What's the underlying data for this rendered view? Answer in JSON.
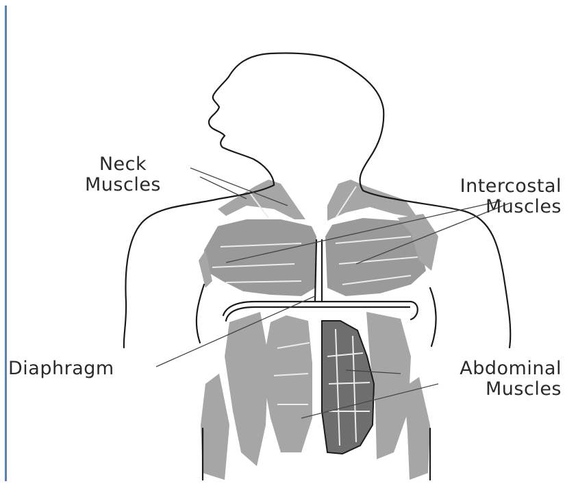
{
  "labels": {
    "neck": {
      "line1": "Neck",
      "line2": "Muscles"
    },
    "intercostal": {
      "line1": "Intercostal",
      "line2": "Muscles"
    },
    "diaphragm": {
      "line1": "Diaphragm"
    },
    "abdominal": {
      "line1": "Abdominal",
      "line2": "Muscles"
    }
  },
  "colors": {
    "outline": "#1a1a1a",
    "muscle_light": "#a6a6a6",
    "muscle_mid": "#9a9a9a",
    "muscle_dark": "#6e6e6e",
    "leader": "#444444",
    "text": "#2a2a2a",
    "border": "#5a7fbf",
    "background": "#ffffff"
  }
}
